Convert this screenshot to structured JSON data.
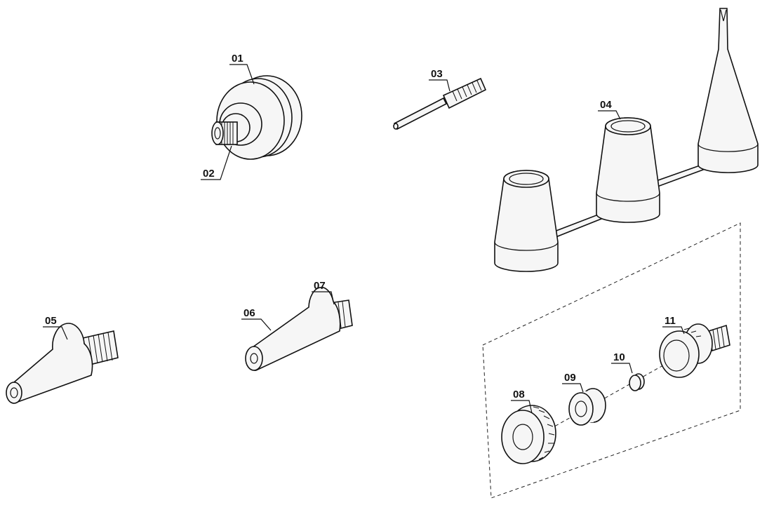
{
  "diagram": {
    "type": "exploded-parts-view",
    "part_labels": [
      "01",
      "02",
      "03",
      "04",
      "05",
      "06",
      "07",
      "08",
      "09",
      "10",
      "11"
    ]
  }
}
